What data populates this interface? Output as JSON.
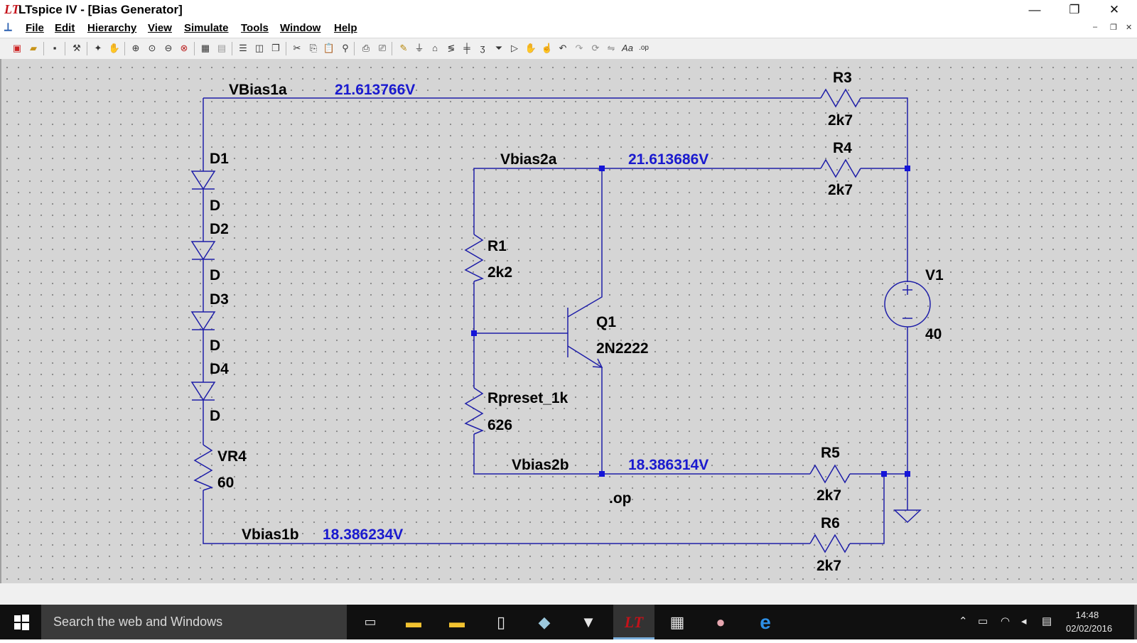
{
  "window": {
    "logo": "LT",
    "title": "LTspice IV - [Bias Generator]",
    "controls": {
      "minimize": "—",
      "restore": "❐",
      "close": "✕"
    },
    "mdi_controls": {
      "minimize": "–",
      "restore": "❐",
      "close": "✕"
    }
  },
  "menu": [
    {
      "id": "file",
      "label": "File"
    },
    {
      "id": "edit",
      "label": "Edit"
    },
    {
      "id": "hierarchy",
      "label": "Hierarchy"
    },
    {
      "id": "view",
      "label": "View"
    },
    {
      "id": "simulate",
      "label": "Simulate"
    },
    {
      "id": "tools",
      "label": "Tools"
    },
    {
      "id": "window",
      "label": "Window"
    },
    {
      "id": "help",
      "label": "Help"
    }
  ],
  "toolbar_icons": [
    "new-schematic-icon",
    "open-icon",
    "save-icon",
    "control-panel-icon",
    "run-icon",
    "halt-icon",
    "zoom-in-icon",
    "zoom-back-icon",
    "zoom-out-icon",
    "zoom-fit-icon",
    "autoscale-icon",
    "clear-icon",
    "tile-horizontal-icon",
    "tile-vertical-icon",
    "cascade-icon",
    "cut-icon",
    "copy-icon",
    "paste-icon",
    "find-icon",
    "print-icon",
    "print-preview-icon",
    "draw-wire-icon",
    "ground-icon",
    "label-net-icon",
    "resistor-icon",
    "capacitor-icon",
    "inductor-icon",
    "diode-icon",
    "component-icon",
    "move-icon",
    "drag-icon",
    "undo-icon",
    "redo-icon",
    "rotate-icon",
    "mirror-icon",
    "text-icon",
    "spice-directive-icon"
  ],
  "schematic": {
    "net_labels": {
      "vbias1a": "VBias1a",
      "vbias2a": "Vbias2a",
      "vbias2b": "Vbias2b",
      "vbias1b": "Vbias1b"
    },
    "voltages": {
      "vbias1a": "21.613766V",
      "vbias2a": "21.613686V",
      "vbias2b": "18.386314V",
      "vbias1b": "18.386234V"
    },
    "components": {
      "r3": {
        "name": "R3",
        "value": "2k7"
      },
      "r4": {
        "name": "R4",
        "value": "2k7"
      },
      "r5": {
        "name": "R5",
        "value": "2k7"
      },
      "r6": {
        "name": "R6",
        "value": "2k7"
      },
      "r1": {
        "name": "R1",
        "value": "2k2"
      },
      "rpreset": {
        "name": "Rpreset_1k",
        "value": "626"
      },
      "q1": {
        "name": "Q1",
        "value": "2N2222"
      },
      "v1": {
        "name": "V1",
        "value": "40"
      },
      "vr4": {
        "name": "VR4",
        "value": "60"
      },
      "d1": {
        "name": "D1",
        "value": "D"
      },
      "d2": {
        "name": "D2",
        "value": "D"
      },
      "d3": {
        "name": "D3",
        "value": "D"
      },
      "d4": {
        "name": "D4",
        "value": "D"
      }
    },
    "directive": ".op",
    "colors": {
      "wire": "#1e1ea8",
      "label": "#000000",
      "voltage": "#1a1acf",
      "node": "#1515d8",
      "background": "#d5d5d5"
    }
  },
  "taskbar": {
    "search_placeholder": "Search the web and Windows",
    "apps": [
      "task-view-icon",
      "file-explorer-icon",
      "folder-icon",
      "document-icon",
      "app-icon",
      "fox-icon",
      "ltspice-icon",
      "calculator-icon",
      "paint-icon",
      "edge-icon"
    ],
    "active_app": "ltspice-icon",
    "time": "14:48",
    "date": "02/02/2016"
  }
}
